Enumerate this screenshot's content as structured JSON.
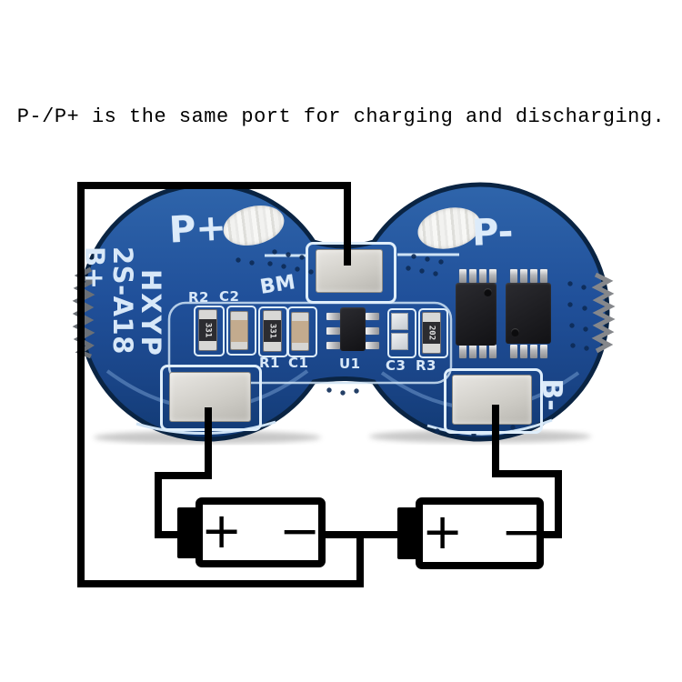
{
  "caption": "P-/P+ is the same port for charging and discharging.",
  "board": {
    "silkscreen": {
      "p_plus": "P+",
      "p_minus": "P-",
      "bm": "BM",
      "b_minus": "B-",
      "brand_line1": "HXYP",
      "brand_line2": "2S-A18 B+"
    },
    "components": {
      "labels": {
        "r2": "R2",
        "c2": "C2",
        "r1": "R1",
        "c1": "C1",
        "u1": "U1",
        "c3": "C3",
        "r3": "R3"
      },
      "markings": {
        "r2": "331",
        "r1": "331",
        "r3": "202"
      }
    },
    "colors": {
      "pcb_blue": "#1d4c93",
      "pcb_rim": "#0a2443",
      "silkscreen": "#dcebfa",
      "pad_silver": "#cfcdc7",
      "chip_black": "#1c1c20",
      "wire_black": "#000000"
    }
  },
  "batteries": {
    "positive_symbol": "+",
    "negative_symbol": "−"
  }
}
